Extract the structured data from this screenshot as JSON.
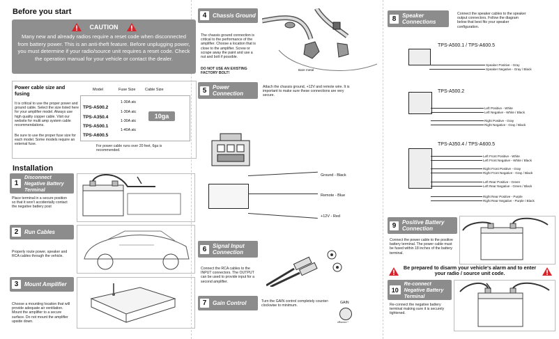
{
  "before_start": {
    "title": "Before you start",
    "caution_title": "CAUTION",
    "caution_text": "Many new and already radios require a reset code when disconnected from battery power. This is an anti-theft feature. Before unplugging power, you must determine if your radio/source unit requires a reset code. Check the operation manual for your vehicle or contact the dealer."
  },
  "cable": {
    "title": "Power cable size and fusing",
    "desc1": "It is critical to use the proper power and ground cable. Select the size listed here for your amplifier model. Always use high quality copper cable. Visit our website for multi amp system cable recommendations.",
    "desc2": "Be sure to use the proper fuse size for each model. Some models require an external fuse.",
    "headers": [
      "Model",
      "Fuse Size",
      "Cable Size"
    ],
    "rows": [
      {
        "model": "TPS-A500.2",
        "fuse": "1-30A atc"
      },
      {
        "model": "TPS-A350.4",
        "fuse": "1-30A atc"
      },
      {
        "model": "TPS-A500.1",
        "fuse": "1-30A atc"
      },
      {
        "model": "TPS-A600.5",
        "fuse": "1-40A atc"
      }
    ],
    "cable_size": "10ga",
    "note": "For power cable runs over 20 feet, 6ga is recommended."
  },
  "installation": {
    "title": "Installation"
  },
  "steps": {
    "s1": {
      "num": "1",
      "title": "Disconnect Negative Battery Terminal",
      "text": "Place terminal in a secure position so that it won't accidentally contact the negative battery post"
    },
    "s2": {
      "num": "2",
      "title": "Run Cables",
      "text": "Properly route power, speaker and RCA cables through the vehicle."
    },
    "s3": {
      "num": "3",
      "title": "Mount Amplifier",
      "text": "Choose a mounting location that will provide adequate air ventilation. Mount the amplifier to a secure surface. Do not mount the amplifier upside down."
    },
    "s4": {
      "num": "4",
      "title": "Chassis Ground",
      "text": "The chassis ground connection is critical to the performance of the amplifier. Choose a location that is close to the amplifier. Screw or scrape away the paint and use a nut and bolt if possible.",
      "warn": "DO NOT USE AN EXISTING FACTORY BOLT!",
      "bare_metal": "Bare metal"
    },
    "s5": {
      "num": "5",
      "title": "Power Connection",
      "text": "Attach the chassis ground, +12V and remote wire. It is important to make sure these connections are very secure.",
      "wires": [
        "Ground - Black",
        "Remote - Blue",
        "+12V - Red"
      ]
    },
    "s6": {
      "num": "6",
      "title": "Signal Input Connection",
      "text": "Connect the RCA cables to the INPUT connectors. The OUTPUT can be used to provide input for a second amplifier."
    },
    "s7": {
      "num": "7",
      "title": "Gain Control",
      "text": "Turn the GAIN control completely counter-clockwise to minimum.",
      "gain": "GAIN",
      "gain_sub": "xRsxxxx *"
    },
    "s8": {
      "num": "8",
      "title": "Speaker Connections",
      "text": "Connect the speaker cables to the speaker output connectors. Follow the diagram below that best fits your speaker configuration."
    },
    "s9": {
      "num": "9",
      "title": "Positive Battery Connection",
      "text": "Connect the power cable to the positive battery terminal. The power cable must be fused within 18 inches of the battery terminal."
    },
    "s10": {
      "num": "10",
      "title": "Re-connect Negative Battery Terminal",
      "text": "Re-connect the negative battery terminal making sure it is securely tightened."
    }
  },
  "speakers": {
    "group1": {
      "title": "TPS-A500.1 / TPS-A600.5",
      "labels": [
        "Speaker Positive - Gray",
        "Speaker Negative - Gray / Black"
      ]
    },
    "group2": {
      "title": "TPS-A500.2",
      "labels": [
        "Left Positive - White",
        "Left Negative - White / Black",
        "Right Positive - Gray",
        "Right Negative - Gray / Black"
      ]
    },
    "group3": {
      "title": "TPS-A350.4 / TPS-A600.5",
      "labels": [
        "Left Front Positive - White",
        "Left Front Negative - White / Black",
        "Right Front Positive - Gray",
        "Right Front Negative - Gray / Black",
        "Left Rear Positive - Green",
        "Left Rear Negative - Green / Black",
        "Right Rear Positive - Purple",
        "Right Rear Negative - Purple / Black"
      ]
    }
  },
  "warning_banner": "Be prepared to disarm your vehicle's alarm and to enter your radio / source unit code.",
  "colors": {
    "header_gray": "#8c8c8c",
    "caution_gray": "#8f8f8f",
    "warning_red": "#d9232a"
  }
}
